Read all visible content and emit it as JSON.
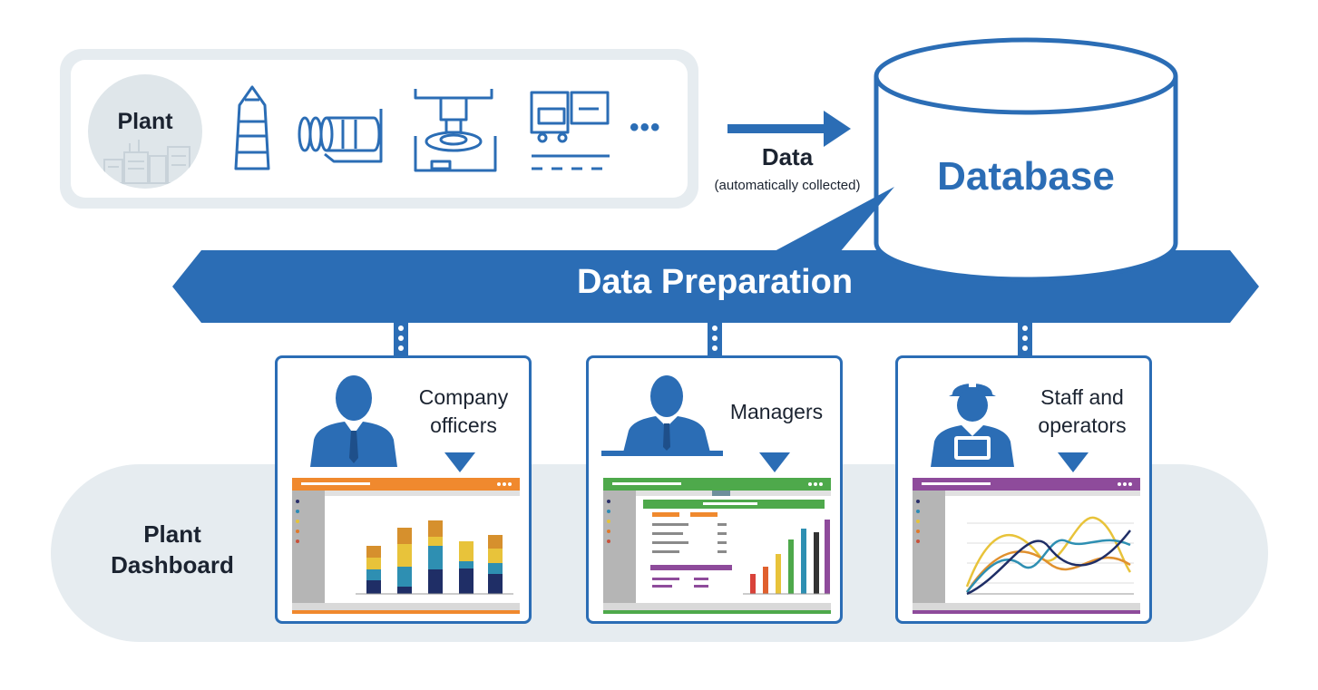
{
  "plant": {
    "label": "Plant",
    "more": "•••"
  },
  "flow": {
    "data_label": "Data",
    "data_sublabel": "(automatically collected)"
  },
  "database": {
    "label": "Database"
  },
  "preparation": {
    "label": "Data Preparation"
  },
  "dashboard": {
    "label_line1": "Plant",
    "label_line2": "Dashboard"
  },
  "roles": [
    {
      "line1": "Company",
      "line2": "officers",
      "accent": "#f0892e"
    },
    {
      "line1": "Managers",
      "line2": "",
      "accent": "#4ea94b"
    },
    {
      "line1": "Staff and",
      "line2": "operators",
      "accent": "#8e4b9b"
    }
  ],
  "colors": {
    "primary": "#2b6db5",
    "panel": "#e6ecf0",
    "text": "#1b2330"
  }
}
